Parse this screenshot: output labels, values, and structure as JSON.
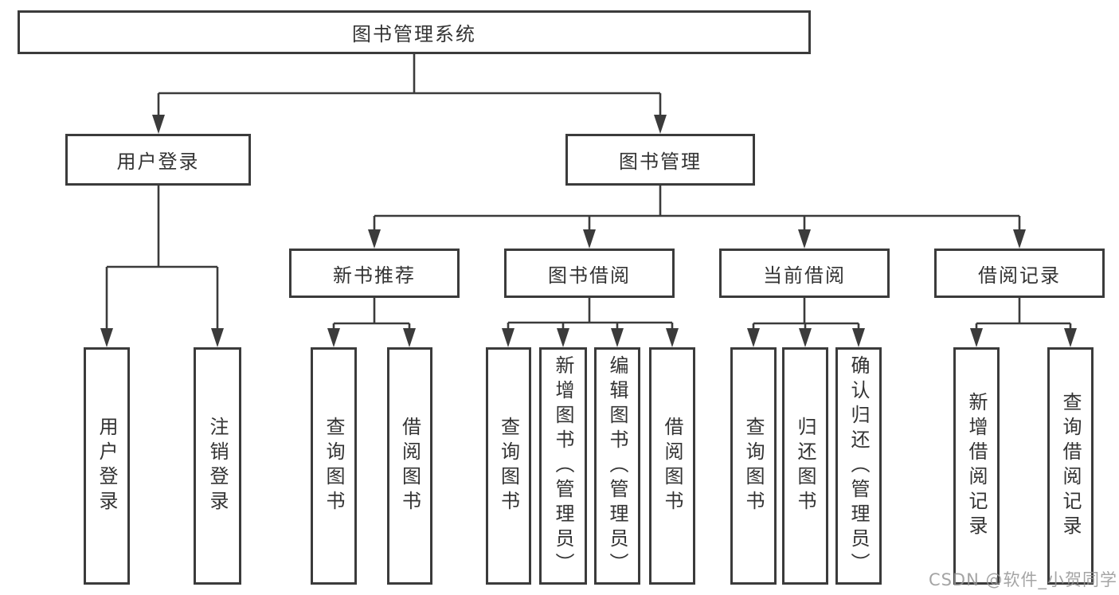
{
  "nodes": {
    "root": {
      "label": "图书管理系统"
    },
    "user_login": {
      "label": "用户登录"
    },
    "book_mgmt": {
      "label": "图书管理"
    },
    "new_book_rec": {
      "label": "新书推荐"
    },
    "book_borrow": {
      "label": "图书借阅"
    },
    "current_borrow": {
      "label": "当前借阅"
    },
    "borrow_records": {
      "label": "借阅记录"
    },
    "leaf_user_login": {
      "label": "用户登录"
    },
    "leaf_logout": {
      "label": "注销登录"
    },
    "leaf_query_books_1": {
      "label": "查询图书"
    },
    "leaf_borrow_books_1": {
      "label": "借阅图书"
    },
    "leaf_query_books_2": {
      "label": "查询图书"
    },
    "leaf_add_book": {
      "label": "新增图书（管理员）"
    },
    "leaf_edit_book": {
      "label": "编辑图书（管理员）"
    },
    "leaf_borrow_books_2": {
      "label": "借阅图书"
    },
    "leaf_query_books_3": {
      "label": "查询图书"
    },
    "leaf_return_book": {
      "label": "归还图书"
    },
    "leaf_confirm_return": {
      "label": "确认归还（管理员）"
    },
    "leaf_add_borrow_record": {
      "label": "新增借阅记录"
    },
    "leaf_query_borrow_record": {
      "label": "查询借阅记录"
    }
  },
  "watermark": "CSDN @软件_小贺同学",
  "colors": {
    "line": "#3b3b3b",
    "text": "#333333",
    "watermark": "#949494",
    "background": "#ffffff"
  }
}
